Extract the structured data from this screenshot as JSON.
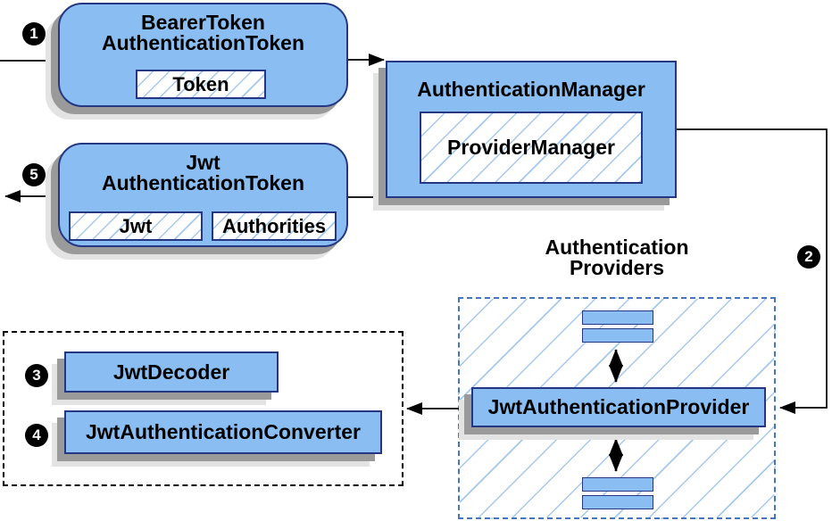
{
  "colors": {
    "node_fill": "#8abef2",
    "node_border": "#253783",
    "hatch_line": "#a6c8ec",
    "providers_dashed_border": "#4674bf",
    "components_dashed_border": "#000000",
    "shadow": "#9a9a9a",
    "wire": "#000000",
    "step_badge_bg": "#000000",
    "step_badge_fg": "#ffffff"
  },
  "nodes": {
    "bearer_token": {
      "title_line1": "BearerToken",
      "title_line2": "AuthenticationToken",
      "chip": "Token"
    },
    "authentication_manager": {
      "title": "AuthenticationManager",
      "inner": "ProviderManager"
    },
    "jwt_token": {
      "title_line1": "Jwt",
      "title_line2": "AuthenticationToken",
      "chip_jwt": "Jwt",
      "chip_authorities": "Authorities"
    },
    "providers_group": {
      "label_line1": "Authentication",
      "label_line2": "Providers"
    },
    "jwt_provider": {
      "title": "JwtAuthenticationProvider"
    },
    "jwt_decoder": {
      "title": "JwtDecoder"
    },
    "jwt_converter": {
      "title": "JwtAuthenticationConverter"
    }
  },
  "steps": [
    {
      "n": "1"
    },
    {
      "n": "2"
    },
    {
      "n": "3"
    },
    {
      "n": "4"
    },
    {
      "n": "5"
    }
  ]
}
